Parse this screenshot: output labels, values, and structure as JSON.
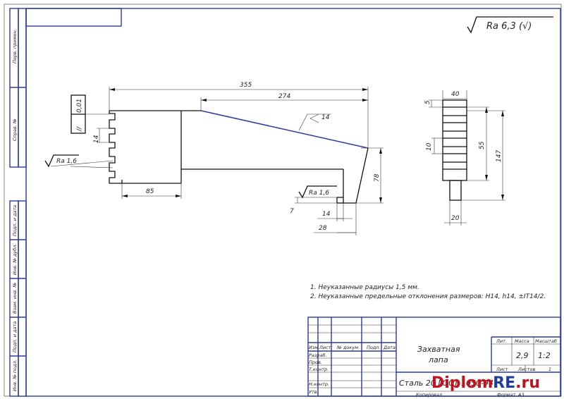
{
  "roughness_general": "Ra 6,3 (√)",
  "dims": {
    "d355": "355",
    "d274": "274",
    "d14_slope": "14",
    "d14_left": "14",
    "d85": "85",
    "d78": "78",
    "d7": "7",
    "d14_bottom": "14",
    "d28": "28",
    "d40": "40",
    "d5": "5",
    "d10": "10",
    "d55": "55",
    "d147": "147",
    "d20": "20"
  },
  "roughness_left": "Ra 1,6",
  "roughness_right": "Ra 1,6",
  "tolerance_frame": {
    "symbol": "//",
    "value": "0,01"
  },
  "notes": [
    "1. Неуказанные радиусы 1,5 мм.",
    "2. Неуказанные предельные отклонения размеров: H14, h14, ±IT14/2."
  ],
  "side_strip": [
    "Перв. примен.",
    "Справ. №",
    "Подп. и дата",
    "Инв. № дубл.",
    "Взам. инв. №",
    "Подп. и дата",
    "Инв. № подл."
  ],
  "title_block": {
    "headers": {
      "izm": "Изм.",
      "list": "Лист",
      "doc": "№ докум.",
      "sign": "Подп.",
      "date": "Дата"
    },
    "roles": [
      "Разраб.",
      "Пров.",
      "Т.контр.",
      "Н.контр.",
      "Утв."
    ],
    "title_line1": "Захватная",
    "title_line2": "лапа",
    "material": "Сталь 20 ГОСТ 1050-94",
    "col_lit": "Лит.",
    "col_mass": "Масса",
    "col_scale": "Масштаб",
    "mass": "2,9",
    "scale": "1:2",
    "sheet_label": "Лист",
    "sheets_label": "Листов",
    "sheets_value": "1",
    "copied": "Копировал",
    "format": "Формат",
    "format_value": "A3"
  },
  "watermark": {
    "part1": "Diplom",
    "part2": "RE",
    "part3": ".ru"
  }
}
